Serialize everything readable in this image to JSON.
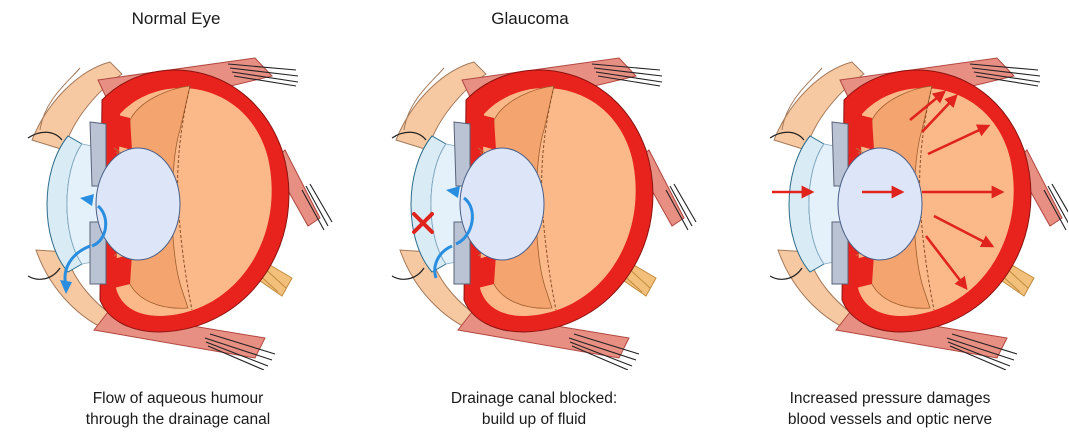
{
  "panels": [
    {
      "title": "Normal Eye",
      "caption": [
        "Flow of aqueous humour",
        "through the drainage canal"
      ]
    },
    {
      "title": "Glaucoma",
      "caption": [
        "Drainage canal blocked:",
        "build up of fluid"
      ]
    },
    {
      "title": "",
      "caption": [
        "Increased pressure damages",
        "blood vessels and optic nerve"
      ]
    }
  ],
  "colors": {
    "sclera_red": "#e8221c",
    "vitreous": "#fbb98a",
    "choroid": "#f3a46f",
    "lens": "#dde6f8",
    "cornea": "#d9ecf6",
    "muscle": "#e88f84",
    "flow_arrow": "#2a8ee0",
    "block_mark": "#e0231d",
    "pressure_arrow": "#e0231d"
  }
}
